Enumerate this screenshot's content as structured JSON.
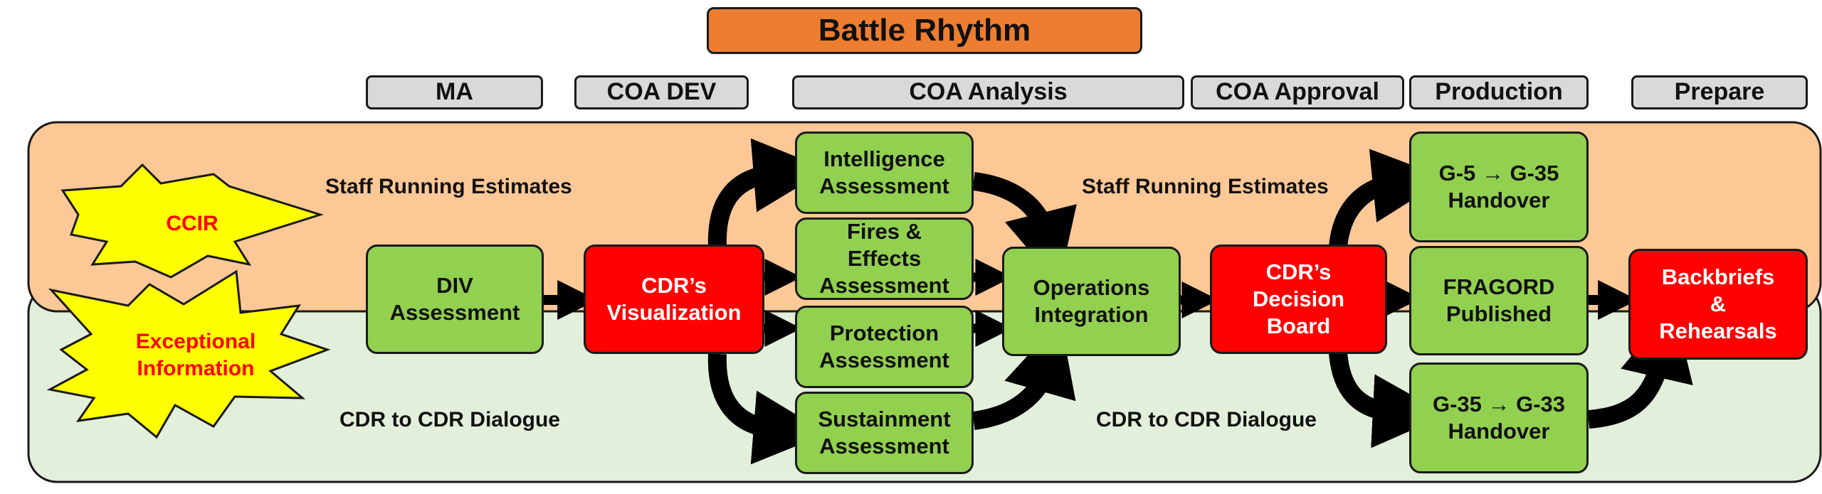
{
  "title": "Battle Rhythm",
  "phases": [
    "MA",
    "COA DEV",
    "COA Analysis",
    "COA Approval",
    "Production",
    "Prepare"
  ],
  "lanes": {
    "staff_left": "Staff Running Estimates",
    "staff_right": "Staff Running Estimates",
    "cdr_left": "CDR to CDR Dialogue",
    "cdr_right": "CDR to CDR Dialogue"
  },
  "bursts": {
    "ccir": [
      "CCIR"
    ],
    "exceptional": [
      "Exceptional",
      "Information"
    ]
  },
  "nodes": {
    "div_assessment": [
      "DIV",
      "Assessment"
    ],
    "cdr_visualization": [
      "CDR’s",
      "Visualization"
    ],
    "intelligence": [
      "Intelligence",
      "Assessment"
    ],
    "fires": [
      "Fires &",
      "Effects",
      "Assessment"
    ],
    "protection": [
      "Protection",
      "Assessment"
    ],
    "sustainment": [
      "Sustainment",
      "Assessment"
    ],
    "operations": [
      "Operations",
      "Integration"
    ],
    "decision_board": [
      "CDR’s",
      "Decision",
      "Board"
    ],
    "g5_handover": [
      "G-5 → G-35",
      "Handover"
    ],
    "fragord": [
      "FRAGORD",
      "Published"
    ],
    "g35_handover": [
      "G-35 → G-33",
      "Handover"
    ],
    "backbriefs": [
      "Backbriefs",
      "&",
      "Rehearsals"
    ]
  },
  "colors": {
    "title_fill": "#ed7d31",
    "phase_fill": "#d9d9d9",
    "staff_lane_fill": "#fcc896",
    "cdr_lane_fill": "#e2efda",
    "green_node": "#92d050",
    "red_node": "#ff0000",
    "burst_fill": "#ffff00",
    "burst_text": "#ff0000"
  }
}
